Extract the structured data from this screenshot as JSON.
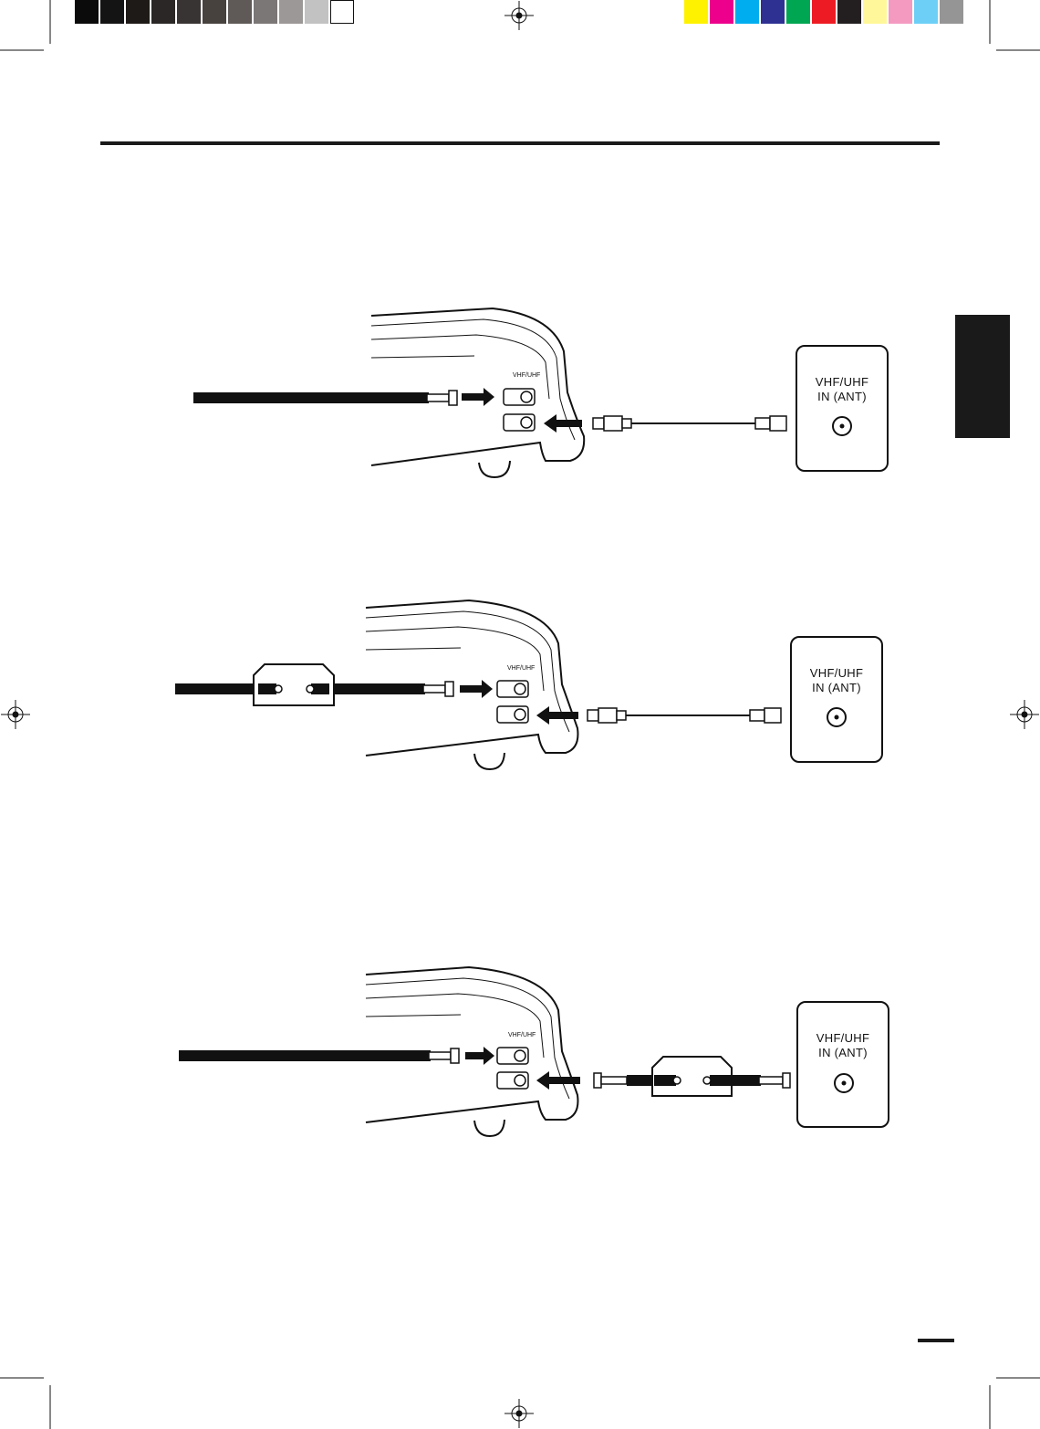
{
  "registration_marks": {
    "grayscale": [
      "#0b0b0b",
      "#141414",
      "#1d1a17",
      "#2a2726",
      "#383433",
      "#48423f",
      "#5f5a58",
      "#7b7776",
      "#9b9897",
      "#c3c2c2",
      "#ffffff"
    ],
    "colors": [
      "#fff200",
      "#ec008c",
      "#00aeef",
      "#2e3192",
      "#00a651",
      "#ed1c24",
      "#231f20",
      "#fff799",
      "#f49ac1",
      "#6dcff6",
      "#959595"
    ]
  },
  "diagrams": [
    {
      "tv_label_line1": "VHF/UHF",
      "tv_label_line2": "IN (ANT)",
      "vcr_panel_label": "VHF/UHF"
    },
    {
      "tv_label_line1": "VHF/UHF",
      "tv_label_line2": "IN (ANT)",
      "vcr_panel_label": "VHF/UHF"
    },
    {
      "tv_label_line1": "VHF/UHF",
      "tv_label_line2": "IN (ANT)",
      "vcr_panel_label": "VHF/UHF"
    }
  ]
}
